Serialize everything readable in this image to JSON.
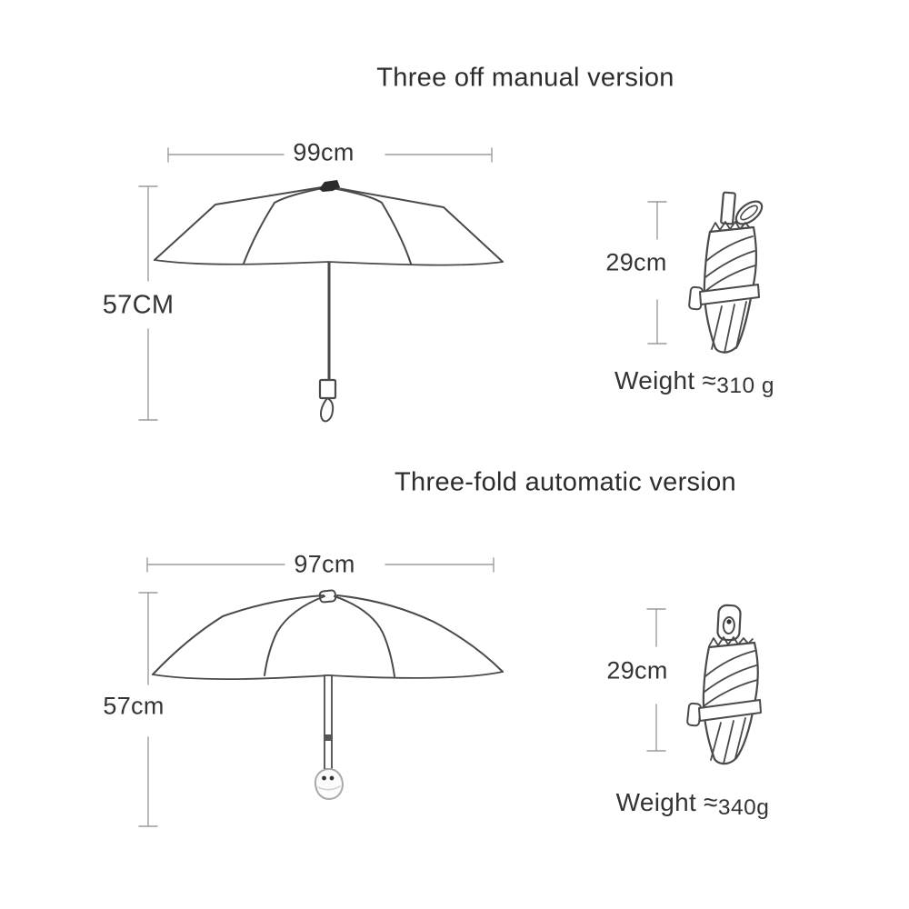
{
  "page": {
    "background": "#ffffff"
  },
  "colors": {
    "text": "#333333",
    "title_text": "#2d2d2d",
    "drawing_stroke": "#4a4a4a",
    "dimension_line": "#9c9c9c",
    "tip_fill": "#2b2b2b"
  },
  "sections": [
    {
      "id": "manual",
      "title": "Three off manual version",
      "open_umbrella": {
        "width_label": "99cm",
        "height_label": "57CM"
      },
      "folded_umbrella": {
        "length_label": "29cm",
        "weight_prefix": "Weight ≈",
        "weight_value": "310 g"
      }
    },
    {
      "id": "automatic",
      "title": "Three-fold automatic version",
      "open_umbrella": {
        "width_label": "97cm",
        "height_label": "57cm"
      },
      "folded_umbrella": {
        "length_label": "29cm",
        "weight_prefix": "Weight ≈",
        "weight_value": "340g"
      }
    }
  ]
}
